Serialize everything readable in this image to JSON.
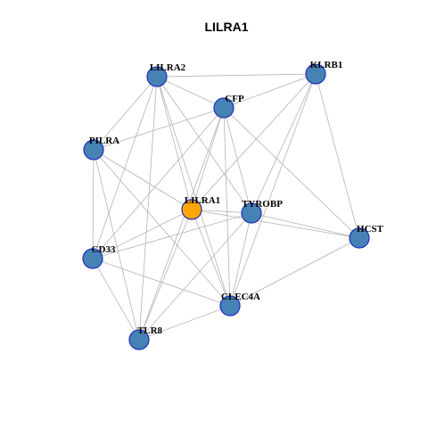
{
  "title": "LILRA1",
  "colors": {
    "node_fill": "#4682b4",
    "node_stroke": "#1f2fbf",
    "focus_fill": "#ffa500",
    "edge": "#b3b3b3"
  },
  "nodes": [
    {
      "id": "LILRA2",
      "label": "LILRA2",
      "focus": false
    },
    {
      "id": "KLRB1",
      "label": "KLRB1",
      "focus": false
    },
    {
      "id": "CFP",
      "label": "CFP",
      "focus": false
    },
    {
      "id": "PILRA",
      "label": "PILRA",
      "focus": false
    },
    {
      "id": "LILRA1",
      "label": "LILRA1",
      "focus": true
    },
    {
      "id": "TYROBP",
      "label": "TYROBP",
      "focus": false
    },
    {
      "id": "HCST",
      "label": "HCST",
      "focus": false
    },
    {
      "id": "CD33",
      "label": "CD33",
      "focus": false
    },
    {
      "id": "CLEC4A",
      "label": "CLEC4A",
      "focus": false
    },
    {
      "id": "TLR8",
      "label": "TLR8",
      "focus": false
    }
  ],
  "edges": [
    [
      "LILRA2",
      "KLRB1"
    ],
    [
      "LILRA2",
      "CFP"
    ],
    [
      "LILRA2",
      "PILRA"
    ],
    [
      "LILRA2",
      "LILRA1"
    ],
    [
      "LILRA2",
      "TYROBP"
    ],
    [
      "LILRA2",
      "CD33"
    ],
    [
      "LILRA2",
      "CLEC4A"
    ],
    [
      "LILRA2",
      "TLR8"
    ],
    [
      "KLRB1",
      "CFP"
    ],
    [
      "KLRB1",
      "LILRA1"
    ],
    [
      "KLRB1",
      "TYROBP"
    ],
    [
      "KLRB1",
      "HCST"
    ],
    [
      "KLRB1",
      "CLEC4A"
    ],
    [
      "CFP",
      "PILRA"
    ],
    [
      "CFP",
      "LILRA1"
    ],
    [
      "CFP",
      "TYROBP"
    ],
    [
      "CFP",
      "HCST"
    ],
    [
      "CFP",
      "CD33"
    ],
    [
      "CFP",
      "CLEC4A"
    ],
    [
      "CFP",
      "TLR8"
    ],
    [
      "PILRA",
      "LILRA1"
    ],
    [
      "PILRA",
      "CD33"
    ],
    [
      "PILRA",
      "CLEC4A"
    ],
    [
      "PILRA",
      "TLR8"
    ],
    [
      "LILRA1",
      "TYROBP"
    ],
    [
      "LILRA1",
      "HCST"
    ],
    [
      "LILRA1",
      "CD33"
    ],
    [
      "LILRA1",
      "CLEC4A"
    ],
    [
      "LILRA1",
      "TLR8"
    ],
    [
      "TYROBP",
      "HCST"
    ],
    [
      "TYROBP",
      "CD33"
    ],
    [
      "TYROBP",
      "CLEC4A"
    ],
    [
      "TYROBP",
      "TLR8"
    ],
    [
      "HCST",
      "CLEC4A"
    ],
    [
      "CD33",
      "CLEC4A"
    ],
    [
      "CD33",
      "TLR8"
    ],
    [
      "CLEC4A",
      "TLR8"
    ]
  ]
}
